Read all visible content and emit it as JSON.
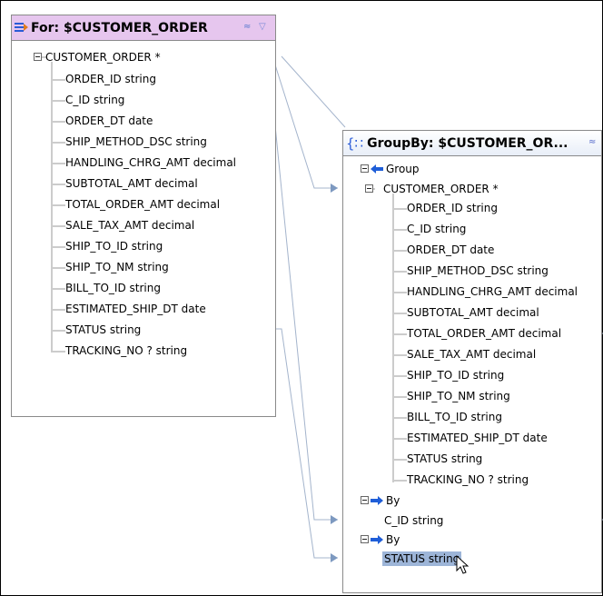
{
  "for_panel": {
    "title": "For: $CUSTOMER_ORDER",
    "root": "CUSTOMER_ORDER *",
    "fields": [
      "ORDER_ID string",
      "C_ID string",
      "ORDER_DT date",
      "SHIP_METHOD_DSC string",
      "HANDLING_CHRG_AMT decimal",
      "SUBTOTAL_AMT decimal",
      "TOTAL_ORDER_AMT decimal",
      "SALE_TAX_AMT decimal",
      "SHIP_TO_ID string",
      "SHIP_TO_NM string",
      "BILL_TO_ID string",
      "ESTIMATED_SHIP_DT date",
      "STATUS string",
      "TRACKING_NO ? string"
    ]
  },
  "groupby_panel": {
    "title": "GroupBy: $CUSTOMER_OR...",
    "group_label": "Group",
    "root": "CUSTOMER_ORDER *",
    "fields": [
      "ORDER_ID string",
      "C_ID string",
      "ORDER_DT date",
      "SHIP_METHOD_DSC string",
      "HANDLING_CHRG_AMT decimal",
      "SUBTOTAL_AMT decimal",
      "TOTAL_ORDER_AMT decimal",
      "SALE_TAX_AMT decimal",
      "SHIP_TO_ID string",
      "SHIP_TO_NM string",
      "BILL_TO_ID string",
      "ESTIMATED_SHIP_DT date",
      "STATUS string",
      "TRACKING_NO ? string"
    ],
    "by_label": "By",
    "by_items": [
      "C_ID string",
      "STATUS string"
    ]
  },
  "icons": [
    "for-expression-icon",
    "groupby-expression-icon",
    "collapse-icon",
    "filter-icon",
    "group-arrow-icon",
    "by-arrow-icon",
    "mouse-cursor-icon"
  ]
}
